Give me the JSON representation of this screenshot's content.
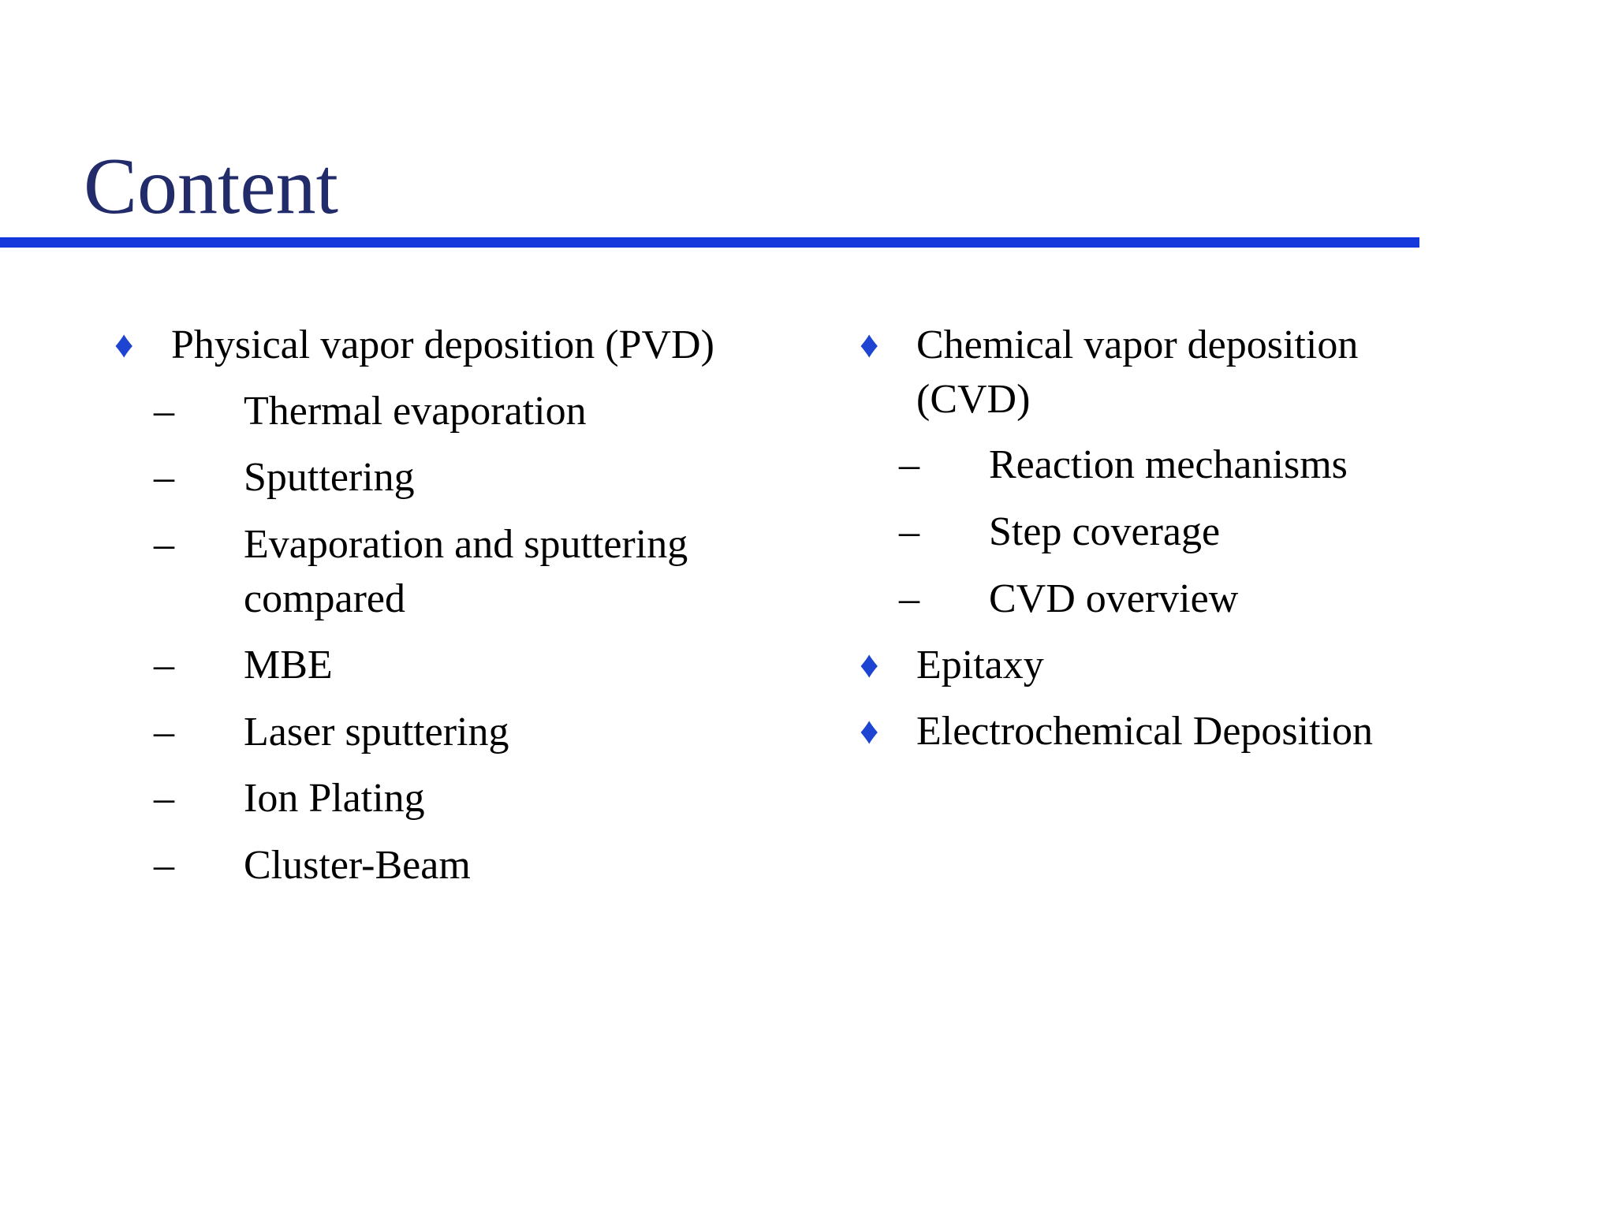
{
  "slide": {
    "title": "Content",
    "markers": {
      "diamond": "♦",
      "dash": "–"
    },
    "colors": {
      "title": "#232C6B",
      "rule": "#1438DB",
      "diamond": "#1E45D2",
      "text": "#000000",
      "background": "#FFFFFF"
    },
    "left_column": {
      "items": [
        {
          "level": 1,
          "text": "Physical vapor deposition (PVD)"
        },
        {
          "level": 2,
          "text": "Thermal evaporation"
        },
        {
          "level": 2,
          "text": "Sputtering"
        },
        {
          "level": 2,
          "text": "Evaporation and sputtering compared"
        },
        {
          "level": 2,
          "text": "MBE"
        },
        {
          "level": 2,
          "text": "Laser sputtering"
        },
        {
          "level": 2,
          "text": "Ion Plating"
        },
        {
          "level": 2,
          "text": "Cluster-Beam"
        }
      ]
    },
    "right_column": {
      "items": [
        {
          "level": 1,
          "text": "Chemical vapor deposition (CVD)"
        },
        {
          "level": 2,
          "text": "Reaction mechanisms"
        },
        {
          "level": 2,
          "text": "Step coverage"
        },
        {
          "level": 2,
          "text": "CVD overview"
        },
        {
          "level": 1,
          "text": "Epitaxy"
        },
        {
          "level": 1,
          "text": "Electrochemical Deposition"
        }
      ]
    }
  }
}
